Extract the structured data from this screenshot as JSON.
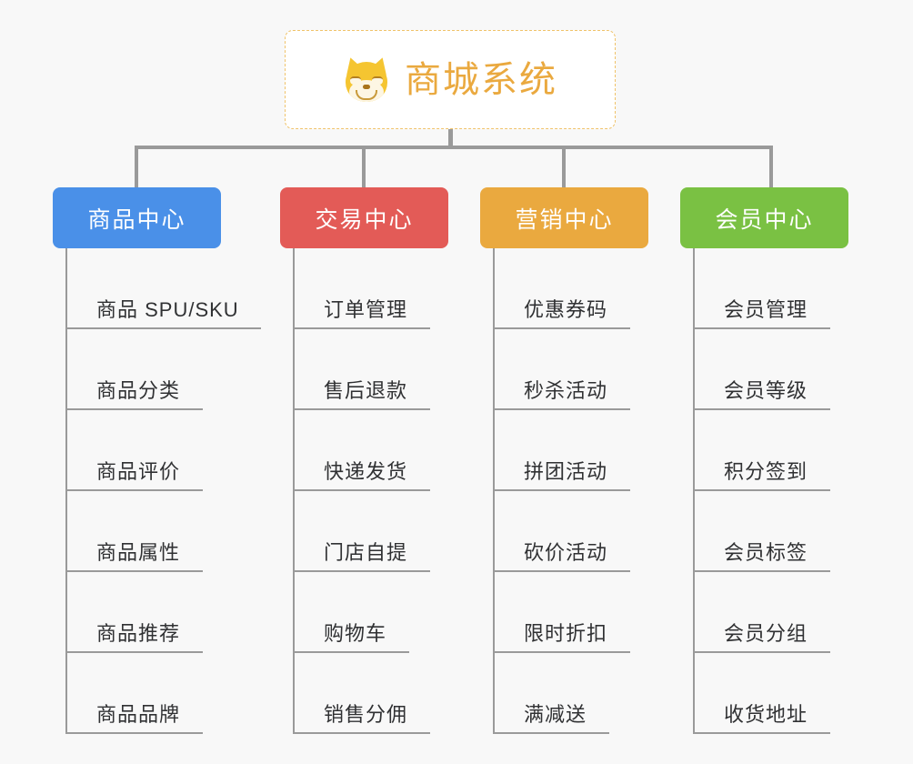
{
  "page": {
    "background_color": "#f8f8f8",
    "line_color": "#9a9a9a",
    "leaf_text_color": "#303133"
  },
  "root": {
    "title": "商城系统",
    "icon": "shiba-inu-dog-face-icon",
    "title_color": "#eaa93f",
    "border_color": "#f0c36a",
    "background_color": "#ffffff"
  },
  "categories": [
    {
      "label": "商品中心",
      "color": "#4a90e8",
      "items": [
        "商品 SPU/SKU",
        "商品分类",
        "商品评价",
        "商品属性",
        "商品推荐",
        "商品品牌"
      ]
    },
    {
      "label": "交易中心",
      "color": "#e35b57",
      "items": [
        "订单管理",
        "售后退款",
        "快递发货",
        "门店自提",
        "购物车",
        "销售分佣"
      ]
    },
    {
      "label": "营销中心",
      "color": "#eaa93f",
      "items": [
        "优惠券码",
        "秒杀活动",
        "拼团活动",
        "砍价活动",
        "限时折扣",
        "满减送"
      ]
    },
    {
      "label": "会员中心",
      "color": "#7ac143",
      "items": [
        "会员管理",
        "会员等级",
        "积分签到",
        "会员标签",
        "会员分组",
        "收货地址"
      ]
    }
  ]
}
